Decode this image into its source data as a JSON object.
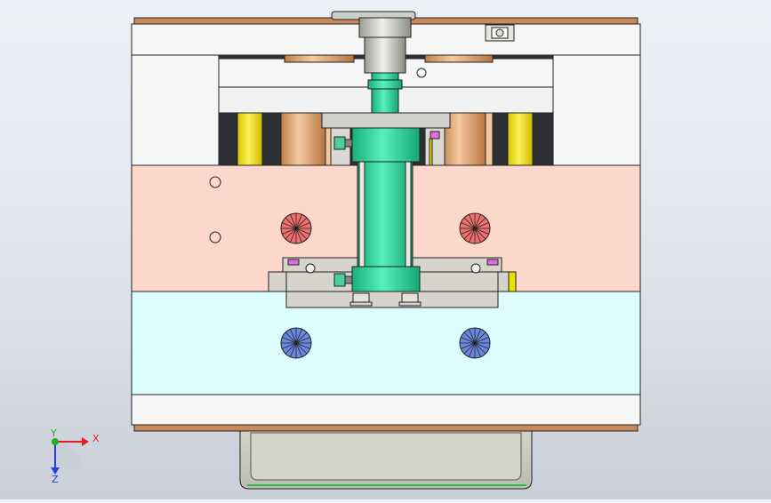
{
  "viewport": {
    "triad": {
      "x_label": "X",
      "y_label": "Y",
      "z_label": "Z"
    }
  },
  "colors": {
    "plate_white": "#f6f6f6",
    "plate_pink": "#fdd6cc",
    "plate_cyan": "#dcfcff",
    "bronze": "#d9a070",
    "guide_pillar": "#f2e020",
    "cylinder_green": "#2ad8a0",
    "clamp_gray": "#d6d4cc",
    "tray_gray": "#c9c8bc",
    "cooling_red": "#f07070",
    "cooling_blue": "#6a88e0",
    "axis_x": "#e02020",
    "axis_y": "#20b020",
    "axis_z": "#2040e0"
  }
}
